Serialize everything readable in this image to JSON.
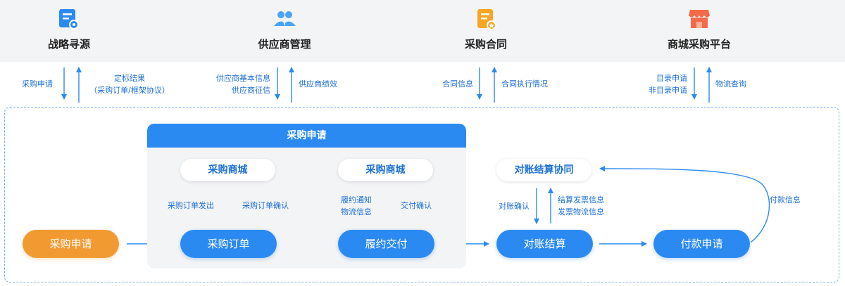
{
  "top_modules": [
    {
      "label": "战略寻源",
      "icon": "sourcing-icon"
    },
    {
      "label": "供应商管理",
      "icon": "supplier-icon"
    },
    {
      "label": "采购合同",
      "icon": "contract-icon"
    },
    {
      "label": "商城采购平台",
      "icon": "store-icon"
    }
  ],
  "flow_labels": {
    "sourcing_down": "采购申请",
    "sourcing_up_1": "定标结果",
    "sourcing_up_2": "（采购订单/框架协议）",
    "supplier_down_1": "供应商基本信息",
    "supplier_down_2": "供应商征信",
    "supplier_up": "供应商绩效",
    "contract_down": "合同信息",
    "contract_up": "合同执行情况",
    "mall_down_1": "目录申请",
    "mall_down_2": "非目录申请",
    "mall_up": "物流查询"
  },
  "group": {
    "title": "采购申请"
  },
  "chips": {
    "mall_1": "采购商城",
    "mall_2": "采购商城",
    "reconcile": "对账结算协同"
  },
  "inner_labels": {
    "po_send": "采购订单发出",
    "po_confirm": "采购订单确认",
    "fulfil_down_1": "履约通知",
    "fulfil_down_2": "物流信息",
    "delivery_confirm": "交付确认",
    "reconcile_confirm": "对账确认",
    "invoice_1": "结算发票信息",
    "invoice_2": "发票物流信息",
    "payment_info": "付款信息"
  },
  "process": {
    "request": "采购申请",
    "order": "采购订单",
    "fulfil": "履约交付",
    "settle": "对账结算",
    "payment": "付款申请"
  },
  "colors": {
    "primary": "#2b8af2",
    "accent": "#f29a32",
    "label": "#1d6fd6",
    "band": "#f3f4f6"
  }
}
